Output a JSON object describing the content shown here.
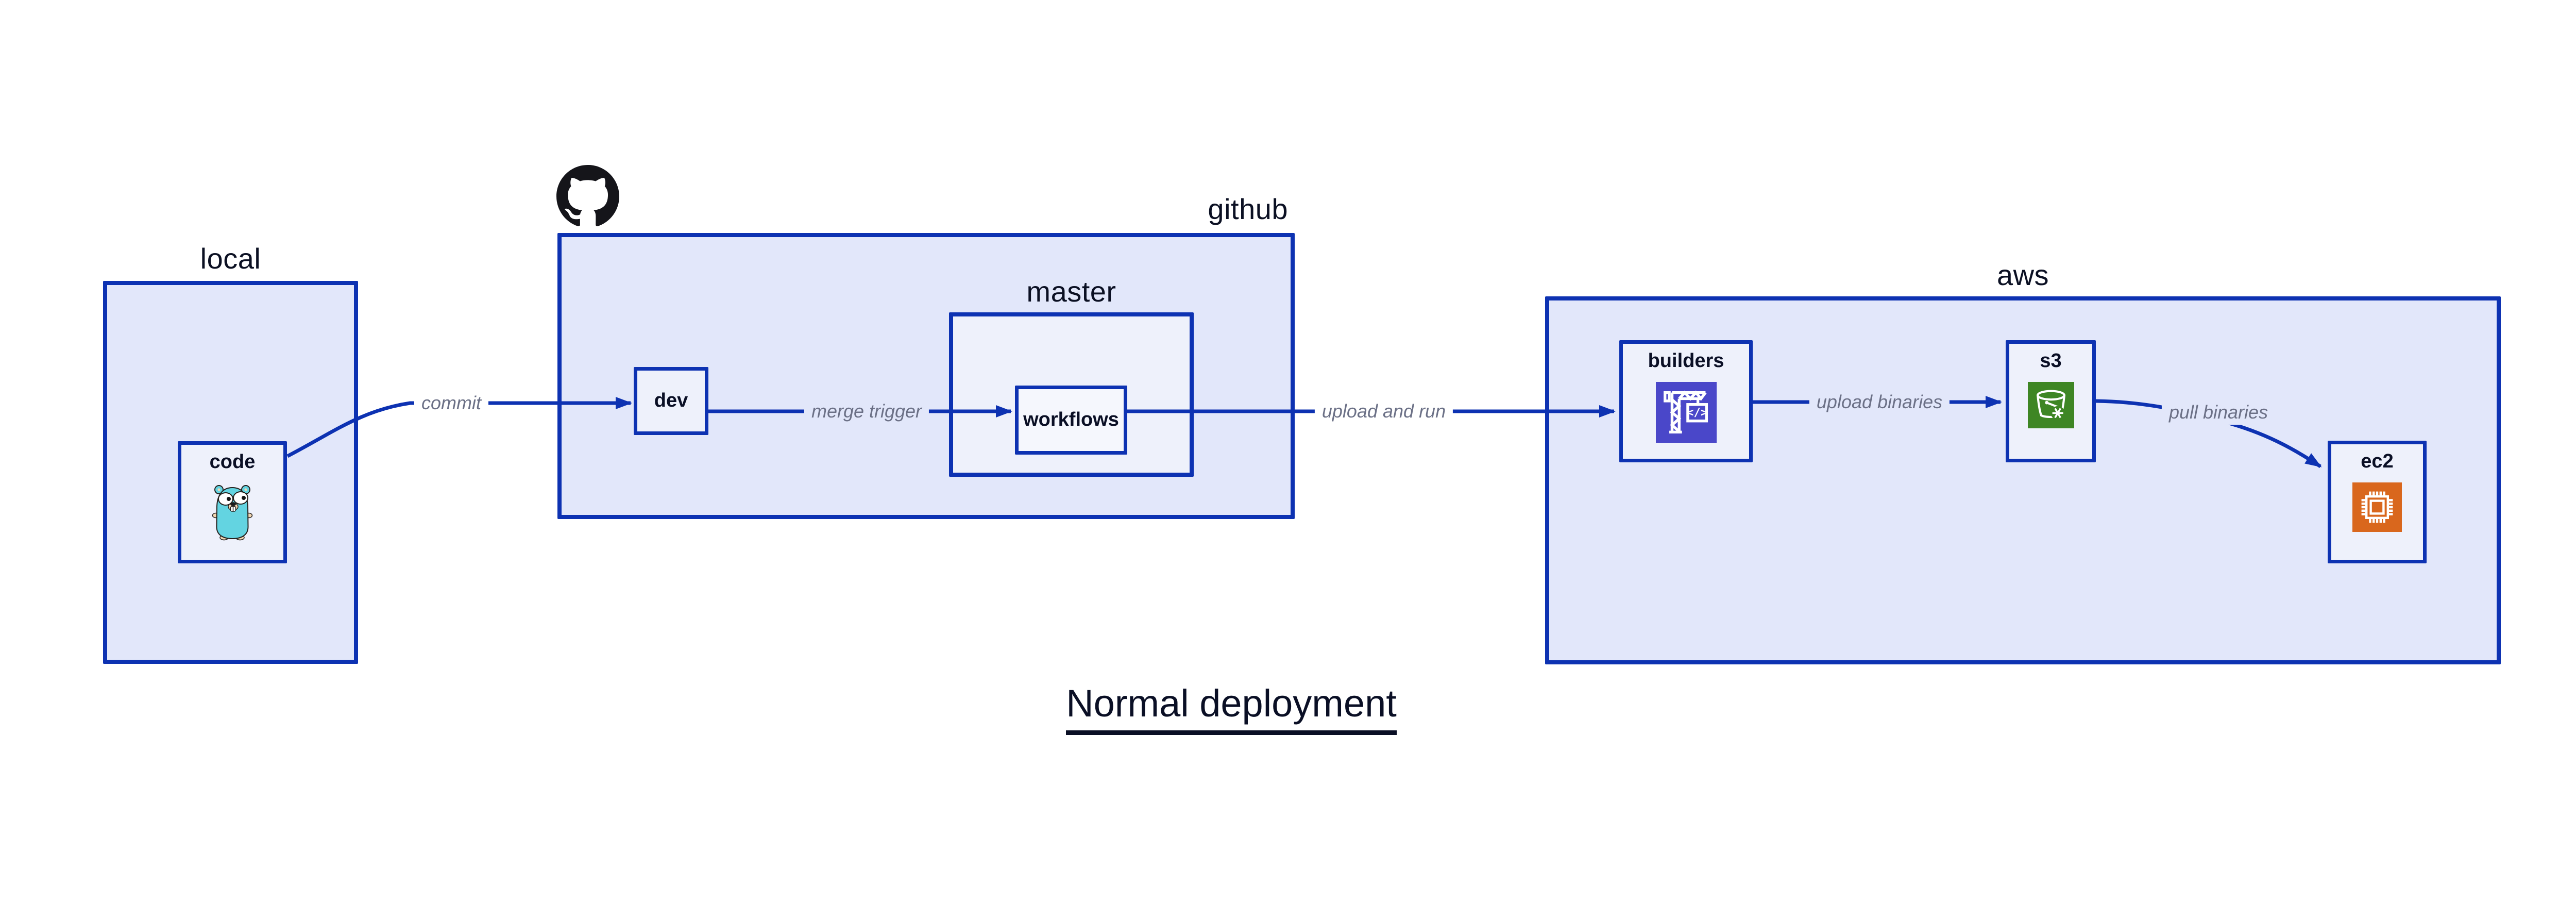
{
  "title": {
    "text": "Normal deployment"
  },
  "containers": {
    "local": {
      "label": "local"
    },
    "github": {
      "label": "github"
    },
    "master": {
      "label": "master"
    },
    "aws": {
      "label": "aws"
    }
  },
  "nodes": {
    "code": {
      "label": "code",
      "icon": "go-gopher-icon"
    },
    "dev": {
      "label": "dev"
    },
    "workflows": {
      "label": "workflows"
    },
    "builders": {
      "label": "builders",
      "icon": "aws-codebuild-icon"
    },
    "s3": {
      "label": "s3",
      "icon": "aws-s3-bucket-icon"
    },
    "ec2": {
      "label": "ec2",
      "icon": "aws-ec2-chip-icon"
    }
  },
  "edges": {
    "commit": {
      "label": "commit",
      "from": "code",
      "to": "dev"
    },
    "merge_trigger": {
      "label": "merge trigger",
      "from": "dev",
      "to": "workflows"
    },
    "upload_and_run": {
      "label": "upload and run",
      "from": "workflows",
      "to": "builders"
    },
    "upload_binaries": {
      "label": "upload binaries",
      "from": "builders",
      "to": "s3"
    },
    "pull_binaries": {
      "label": "pull binaries",
      "from": "s3",
      "to": "ec2"
    }
  },
  "colors": {
    "border_blue": "#0d32b2",
    "container_fill": "#e2e7fa",
    "node_fill": "#eef1fb",
    "inner_node_fill": "#f5f7fd",
    "text_navy": "#0a0f25",
    "edge_label_gray": "#6b7086",
    "codebuild_indigo": "#4a47c9",
    "s3_green": "#3e8624",
    "ec2_orange": "#d9671d",
    "gopher_teal": "#63d4e1",
    "github_black": "#15151a"
  }
}
